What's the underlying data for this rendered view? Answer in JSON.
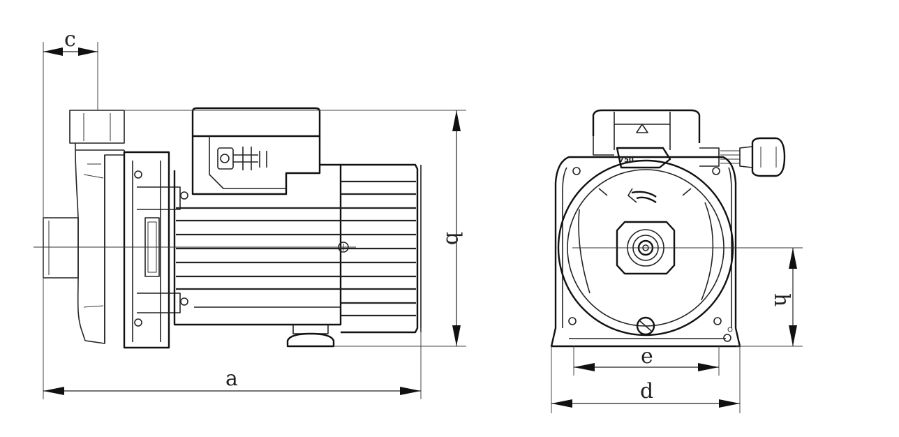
{
  "dimension_labels": {
    "a": "a",
    "b": "b",
    "c": "c",
    "d": "d",
    "e": "e",
    "h": "h"
  },
  "power_label": "750",
  "colors": {
    "line": "#222222",
    "background": "#ffffff"
  },
  "icons": {
    "rotation_arrow": "curved-arrow-left-icon",
    "direction_arrow": "chevron-up-icon"
  }
}
